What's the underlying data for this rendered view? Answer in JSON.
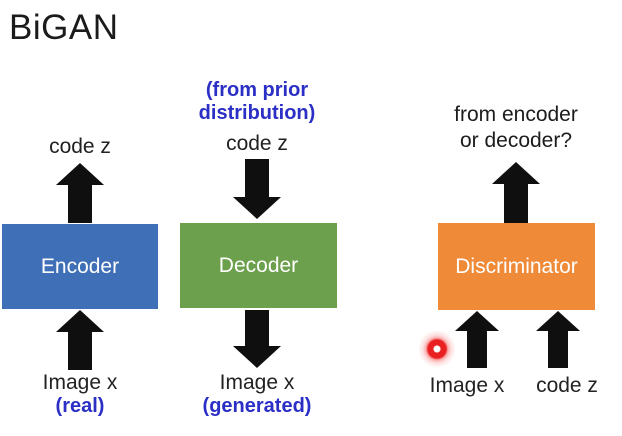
{
  "title": "BiGAN",
  "colors": {
    "encoder-fill": "#3e6fb7",
    "decoder-fill": "#6da04c",
    "discriminator-fill": "#ee8a38",
    "note-blue": "#2b2fc6",
    "arrow-black": "#0f0f0f",
    "box-text": "#ffffff",
    "laser-red": "#e82020"
  },
  "encoder": {
    "top_label": "code z",
    "box_label": "Encoder",
    "bottom_label": "Image x",
    "bottom_note": "(real)"
  },
  "decoder": {
    "prior_note_line1": "(from prior",
    "prior_note_line2": "distribution)",
    "top_label": "code z",
    "box_label": "Decoder",
    "bottom_label": "Image x",
    "bottom_note": "(generated)"
  },
  "discriminator": {
    "question_line1": "from encoder",
    "question_line2": "or decoder?",
    "box_label": "Discriminator",
    "input_left_label": "Image x",
    "input_right_label": "code z"
  }
}
